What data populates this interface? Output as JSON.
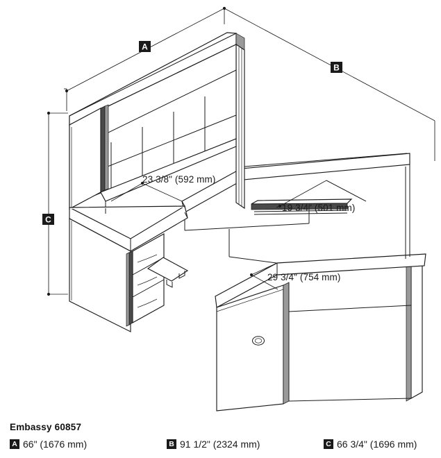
{
  "product": {
    "name": "Embassy 60857",
    "type": "U-shaped office desk with hutch, pedestal and keyboard tray",
    "view": "isometric line drawing"
  },
  "legend": {
    "title": "Embassy 60857",
    "entries": [
      {
        "badge": "A",
        "text": "66\" (1676 mm)",
        "inches": "66\"",
        "mm": "1676 mm"
      },
      {
        "badge": "B",
        "text": "91 1/2\" (2324 mm)",
        "inches": "91 1/2\"",
        "mm": "2324 mm"
      },
      {
        "badge": "C",
        "text": "66 3/4\" (1696 mm)",
        "inches": "66 3/4\"",
        "mm": "1696 mm"
      }
    ]
  },
  "callouts": {
    "a": {
      "label": "A",
      "meaning": "overall hutch width"
    },
    "b": {
      "label": "B",
      "meaning": "overall depth"
    },
    "c": {
      "label": "C",
      "meaning": "overall height"
    }
  },
  "inline_dimensions": [
    {
      "id": "hutch-depth",
      "text": "23 3/8\" (592 mm)",
      "inches": "23 3/8\"",
      "mm": "592 mm"
    },
    {
      "id": "bridge-depth",
      "text": "19 3/4\" (501 mm)",
      "inches": "19 3/4\"",
      "mm": "501 mm"
    },
    {
      "id": "desk-depth",
      "text": "29 3/4\" (754 mm)",
      "inches": "29 3/4\"",
      "mm": "754 mm"
    }
  ],
  "components": {
    "hutch": {
      "name": "Overhead hutch",
      "door_panels": 4
    },
    "pedestal": {
      "name": "Three drawer pedestal",
      "drawers": 3
    },
    "keyboard_tray": {
      "name": "Keyboard tray"
    },
    "bridge": {
      "name": "Bridge / connecting return"
    },
    "desk": {
      "name": "Executive desk with grommet",
      "grommets": 1
    },
    "credenza": {
      "name": "Credenza / left return"
    }
  },
  "colors": {
    "line": "#1a1a1a",
    "fill": "#ffffff",
    "edge_shadow": "#4a4a4a",
    "badge_bg": "#1a1a1a",
    "badge_fg": "#ffffff"
  }
}
